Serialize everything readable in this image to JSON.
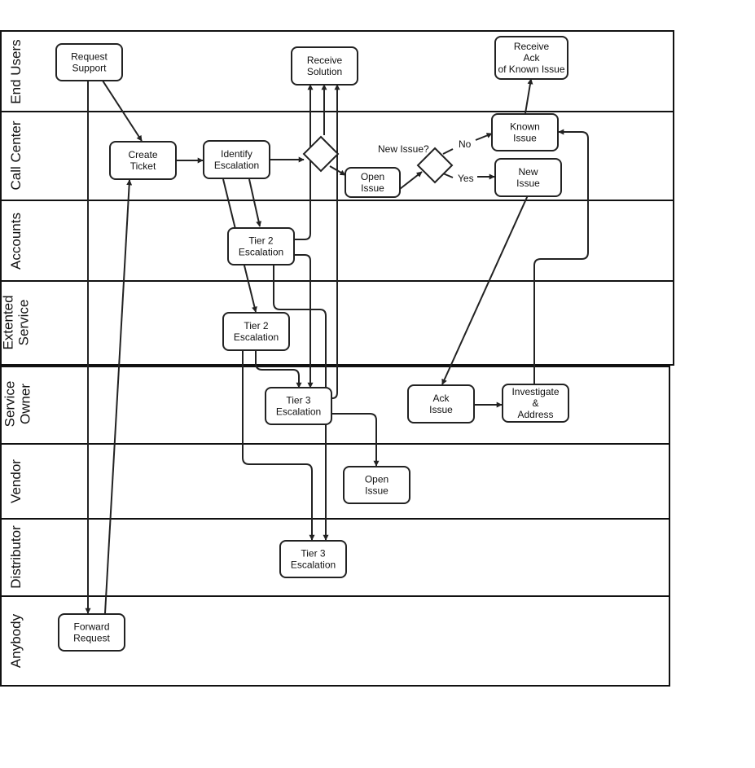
{
  "lanes": [
    {
      "id": "end-users",
      "label": "End Users"
    },
    {
      "id": "call-center",
      "label": "Call Center"
    },
    {
      "id": "accounts",
      "label": "Accounts"
    },
    {
      "id": "extended-service",
      "label": "Extented\nService"
    },
    {
      "id": "service-owner",
      "label": "Service\nOwner"
    },
    {
      "id": "vendor",
      "label": "Vendor"
    },
    {
      "id": "distributor",
      "label": "Distributor"
    },
    {
      "id": "anybody",
      "label": "Anybody"
    }
  ],
  "nodes": [
    {
      "id": "request-support",
      "label": "Request\nSupport"
    },
    {
      "id": "receive-solution",
      "label": "Receive\nSolution"
    },
    {
      "id": "receive-ack",
      "label": "Receive\nAck\nof Known Issue"
    },
    {
      "id": "create-ticket",
      "label": "Create\nTicket"
    },
    {
      "id": "identify-escalation",
      "label": "Identify\nEscalation"
    },
    {
      "id": "open-issue-cc",
      "label": "Open\nIssue"
    },
    {
      "id": "known-issue",
      "label": "Known\nIssue"
    },
    {
      "id": "new-issue",
      "label": "New\nIssue"
    },
    {
      "id": "tier2-accounts",
      "label": "Tier 2\nEscalation"
    },
    {
      "id": "tier2-extended",
      "label": "Tier 2\nEscalation"
    },
    {
      "id": "tier3-service-owner",
      "label": "Tier 3\nEscalation"
    },
    {
      "id": "ack-issue",
      "label": "Ack\nIssue"
    },
    {
      "id": "investigate",
      "label": "Investigate\n&\nAddress"
    },
    {
      "id": "open-issue-vendor",
      "label": "Open\nIssue"
    },
    {
      "id": "tier3-distributor",
      "label": "Tier 3\nEscalation"
    },
    {
      "id": "forward-request",
      "label": "Forward\nRequest"
    },
    {
      "id": "gateway-escalation",
      "label": ""
    },
    {
      "id": "gateway-new-issue",
      "label": ""
    }
  ],
  "edge_labels": {
    "new_issue_question": "New Issue?",
    "no": "No",
    "yes": "Yes"
  }
}
